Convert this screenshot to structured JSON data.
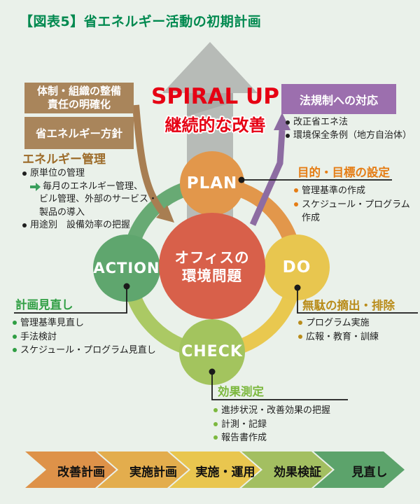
{
  "title": "【図表5】省エネルギー活動の初期計画",
  "spiral": {
    "title": "SPIRAL UP",
    "subtitle": "継続的な改善"
  },
  "org_box": {
    "line1": "体制・組織の整備",
    "line2": "責任の明確化"
  },
  "policy_box": {
    "label": "省エネルギー方針"
  },
  "legal": {
    "heading": "法規制への対応",
    "items": [
      "改正省エネ法",
      "環境保全条例（地方自治体）"
    ]
  },
  "energy_management": {
    "heading": "エネルギー管理",
    "item1": "原単位の管理",
    "note_line1": "毎月のエネルギー管理、",
    "note_line2": "ビル管理、外部のサービス・",
    "note_line3": "製品の導入",
    "item2": "用途別　設備効率の把握"
  },
  "cycle": {
    "plan": "PLAN",
    "do": "DO",
    "check": "CHECK",
    "action": "ACTION",
    "center_line1": "オフィスの",
    "center_line2": "環境問題"
  },
  "annotations": {
    "plan": {
      "heading": "目的・目標の設定",
      "items": [
        "管理基準の作成",
        "スケジュール・プログラム作成"
      ]
    },
    "do": {
      "heading": "無駄の摘出・排除",
      "items": [
        "プログラム実施",
        "広報・教育・訓練"
      ]
    },
    "check": {
      "heading": "効果測定",
      "items": [
        "進捗状況・改善効果の把握",
        "計測・記録",
        "報告書作成"
      ]
    },
    "action": {
      "heading": "計画見直し",
      "items": [
        "管理基準見直し",
        "手法検討",
        "スケジュール・プログラム見直し"
      ]
    }
  },
  "process_flow": [
    {
      "label": "改善計画",
      "color": "#de9249"
    },
    {
      "label": "実施計画",
      "color": "#e3ad4d"
    },
    {
      "label": "実施・運用",
      "color": "#e9c64f"
    },
    {
      "label": "効果検証",
      "color": "#a3bf61"
    },
    {
      "label": "見直し",
      "color": "#5ca36b"
    }
  ],
  "icons": {
    "bullet": "disc",
    "arrow_right": "thick-right-arrow",
    "spiral_up_arrow": "big-up-arrow",
    "legal_feedback_arrow": "up-arrow",
    "policy_flow_arrow": "curved-down-right-arrow"
  },
  "colors": {
    "background": "#eaf1ea",
    "title_green": "#00894f",
    "spiral_red": "#e60013",
    "gray_arrow": "#b7bbb7",
    "gray_arrow_shade": "#a8aca8",
    "box_brown": "#a9855b",
    "legal_purple": "#9c6fae",
    "purple_arrow": "#8d6ca2",
    "brown_arrow": "#a87e52",
    "green_note_arrow": "#3a9f5c",
    "connector": "#1a1a1a",
    "text": "#1f1f1f",
    "ring": {
      "top_left": "#68aa74",
      "top_right": "#e2974b",
      "bottom_right": "#e9c84f",
      "bottom_left": "#abc964"
    },
    "nodes": {
      "plan": "#e2974b",
      "do": "#e8c64f",
      "check": "#a3c45e",
      "action": "#5fa66e",
      "center": "#d8604a"
    },
    "headings": {
      "energy": "#9c6b29",
      "plan": "#e57d15",
      "do": "#b98c1a",
      "check": "#7cb83e",
      "action": "#2f9e43"
    }
  }
}
